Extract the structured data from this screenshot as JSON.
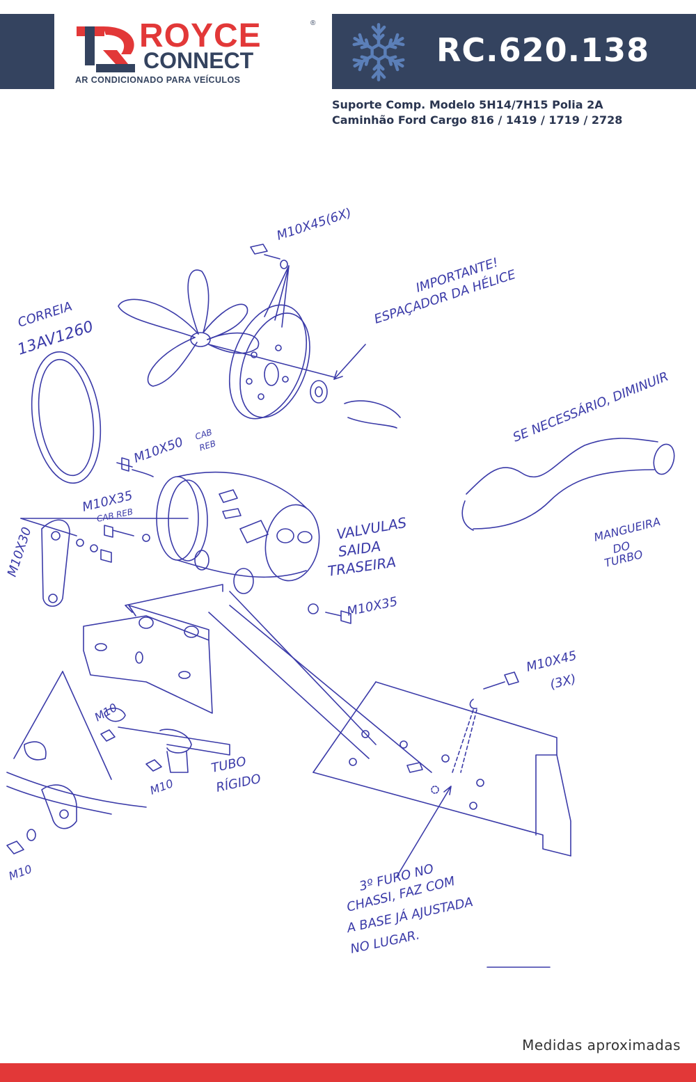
{
  "header": {
    "brand_top": "ROYCE",
    "brand_bottom": "CONNECT",
    "registered": "®",
    "tagline": "AR CONDICIONADO PARA VEÍCULOS",
    "product_code": "RC.620.138",
    "icon": "snowflake-icon"
  },
  "description": {
    "line1": "Suporte Comp. Modelo 5H14/7H15 Polia 2A",
    "line2": "Caminhão Ford Cargo 816 / 1419 / 1719 / 2728"
  },
  "drawing": {
    "labels": {
      "m10x45_6x": "M10X45(6X)",
      "importante": "IMPORTANTE!",
      "espacador": "ESPAÇADOR DA HÉLICE",
      "correia": "CORREIA",
      "correia_code": "13AV1260",
      "se_necessario": "SE NECESSÁRIO, DIMINUIR",
      "m10x50": "M10X50",
      "cab_reb_1": "CAB",
      "cab_reb_1b": "REB",
      "m10x35_a": "M10X35",
      "cab_reb_2": "CAB REB",
      "m10x30": "M10X30",
      "valvulas": "VALVULAS",
      "saida": "SAIDA",
      "traseira": "TRASEIRA",
      "mangueira": "MANGUEIRA",
      "do": "DO",
      "turbo": "TURBO",
      "m10x35_b": "M10X35",
      "m10x45_3x": "M10X45",
      "m10x45_3x_b": "(3X)",
      "m10_a": "M10",
      "m10_b": "M10",
      "tubo": "TUBO",
      "rigido": "RÍGIDO",
      "m10_c": "M10",
      "furo_1": "3º FURO NO",
      "furo_2": "CHASSI, FAZ COM",
      "furo_3": "A BASE JÁ AJUSTADA",
      "furo_4": "NO LUGAR."
    }
  },
  "footer": {
    "note": "Medidas aproximadas"
  },
  "colors": {
    "navy": "#34435f",
    "red": "#e23838",
    "ink": "#3a3aa8",
    "snowflake": "#5b7fb8"
  }
}
